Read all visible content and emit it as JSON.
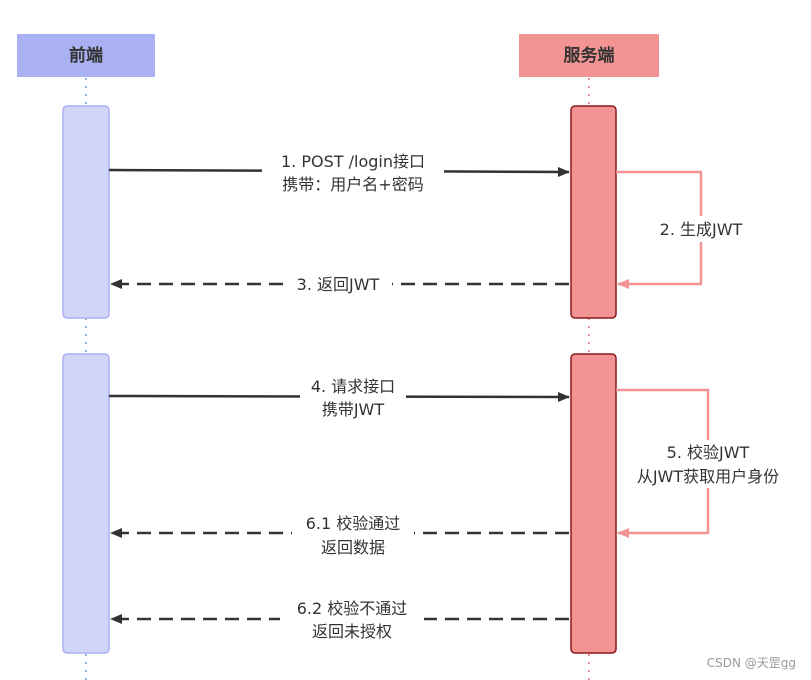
{
  "participants": {
    "frontend": {
      "label": "前端",
      "box_color": "#a9b1f2",
      "activation_color": "#d1d6f9",
      "activation_border": "#a9b1f2",
      "lifeline_color": "#8fb4d9"
    },
    "server": {
      "label": "服务端",
      "box_color": "#f29494",
      "activation_color": "#f29494",
      "activation_border": "#8b1a1a",
      "lifeline_color": "#f29494"
    }
  },
  "messages": [
    {
      "id": "m1",
      "lines": [
        "1. POST /login接口",
        "携带：用户名+密码"
      ],
      "style": "solid"
    },
    {
      "id": "m2",
      "lines": [
        "2. 生成JWT"
      ],
      "style": "self"
    },
    {
      "id": "m3",
      "lines": [
        "3. 返回JWT"
      ],
      "style": "dashed"
    },
    {
      "id": "m4",
      "lines": [
        "4. 请求接口",
        "携带JWT"
      ],
      "style": "solid"
    },
    {
      "id": "m5",
      "lines": [
        "5. 校验JWT",
        "从JWT获取用户身份"
      ],
      "style": "self"
    },
    {
      "id": "m6",
      "lines": [
        "6.1 校验通过",
        "返回数据"
      ],
      "style": "dashed"
    },
    {
      "id": "m7",
      "lines": [
        "6.2 校验不通过",
        "返回未授权"
      ],
      "style": "dashed"
    }
  ],
  "colors": {
    "arrow": "#333333",
    "self_arrow": "#f29494",
    "text": "#333333"
  },
  "watermark": "CSDN @天罡gg"
}
